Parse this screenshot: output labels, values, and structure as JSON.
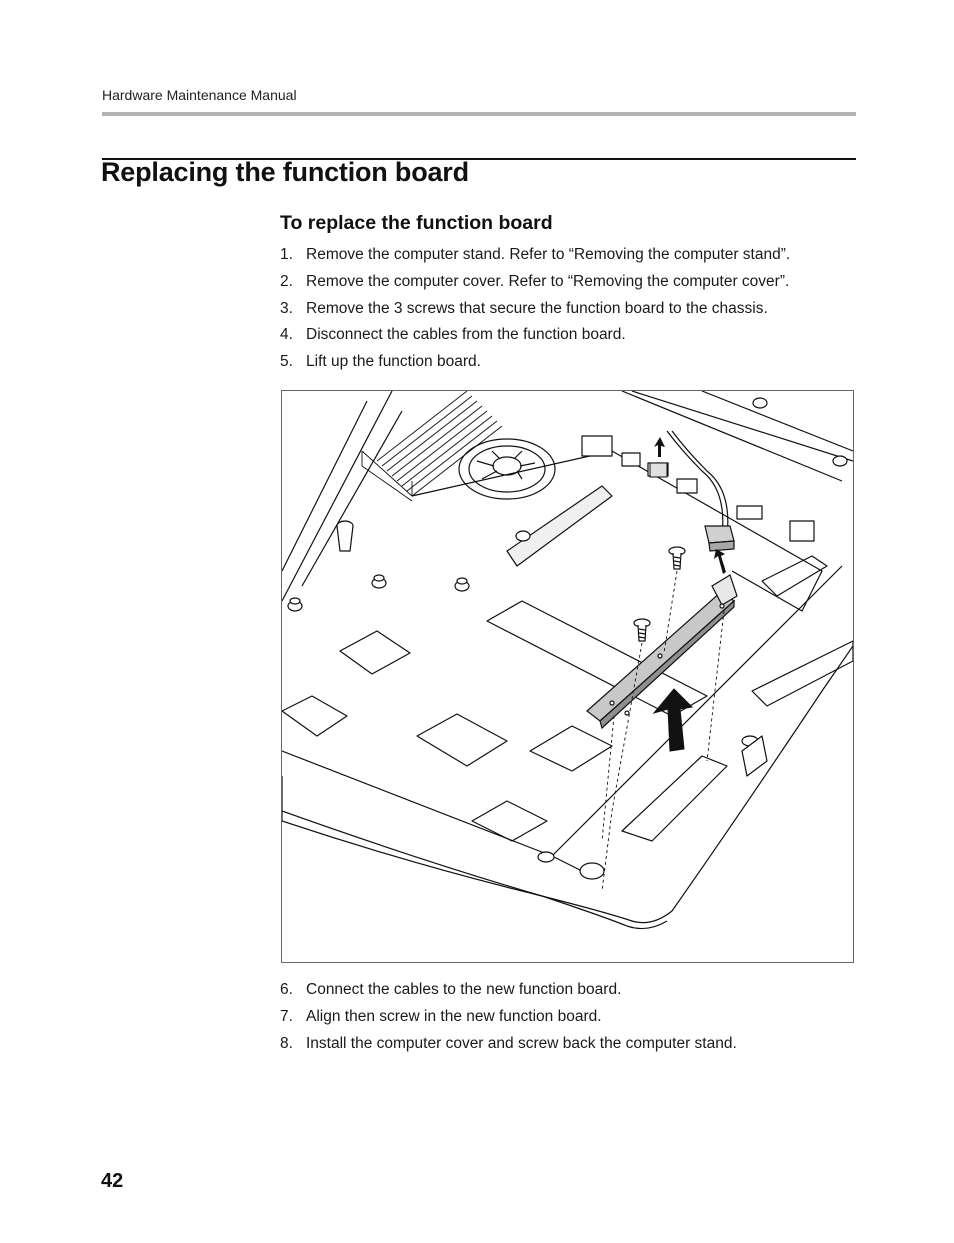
{
  "header": {
    "running_title": "Hardware Maintenance Manual"
  },
  "page": {
    "title": "Replacing the function board",
    "section_heading": "To replace the function board",
    "number": "42"
  },
  "steps_before_figure": [
    {
      "num": "1.",
      "text": "Remove the computer stand. Refer to “Removing the computer stand”."
    },
    {
      "num": "2.",
      "text": "Remove the computer cover. Refer to “Removing the computer cover”."
    },
    {
      "num": "3.",
      "text": "Remove the 3 screws that secure the function board to the chassis."
    },
    {
      "num": "4.",
      "text": "Disconnect the cables from the function board."
    },
    {
      "num": "5.",
      "text": "Lift up the function board."
    }
  ],
  "steps_after_figure": [
    {
      "num": "6.",
      "text": "Connect the cables to the new function board."
    },
    {
      "num": "7.",
      "text": "Align then screw in the new function board."
    },
    {
      "num": "8.",
      "text": "Install the computer cover and screw back the computer stand."
    }
  ],
  "colors": {
    "rule_gray": "#b4b4b4",
    "board_fill": "#c8c8c8",
    "ink": "#111111"
  }
}
